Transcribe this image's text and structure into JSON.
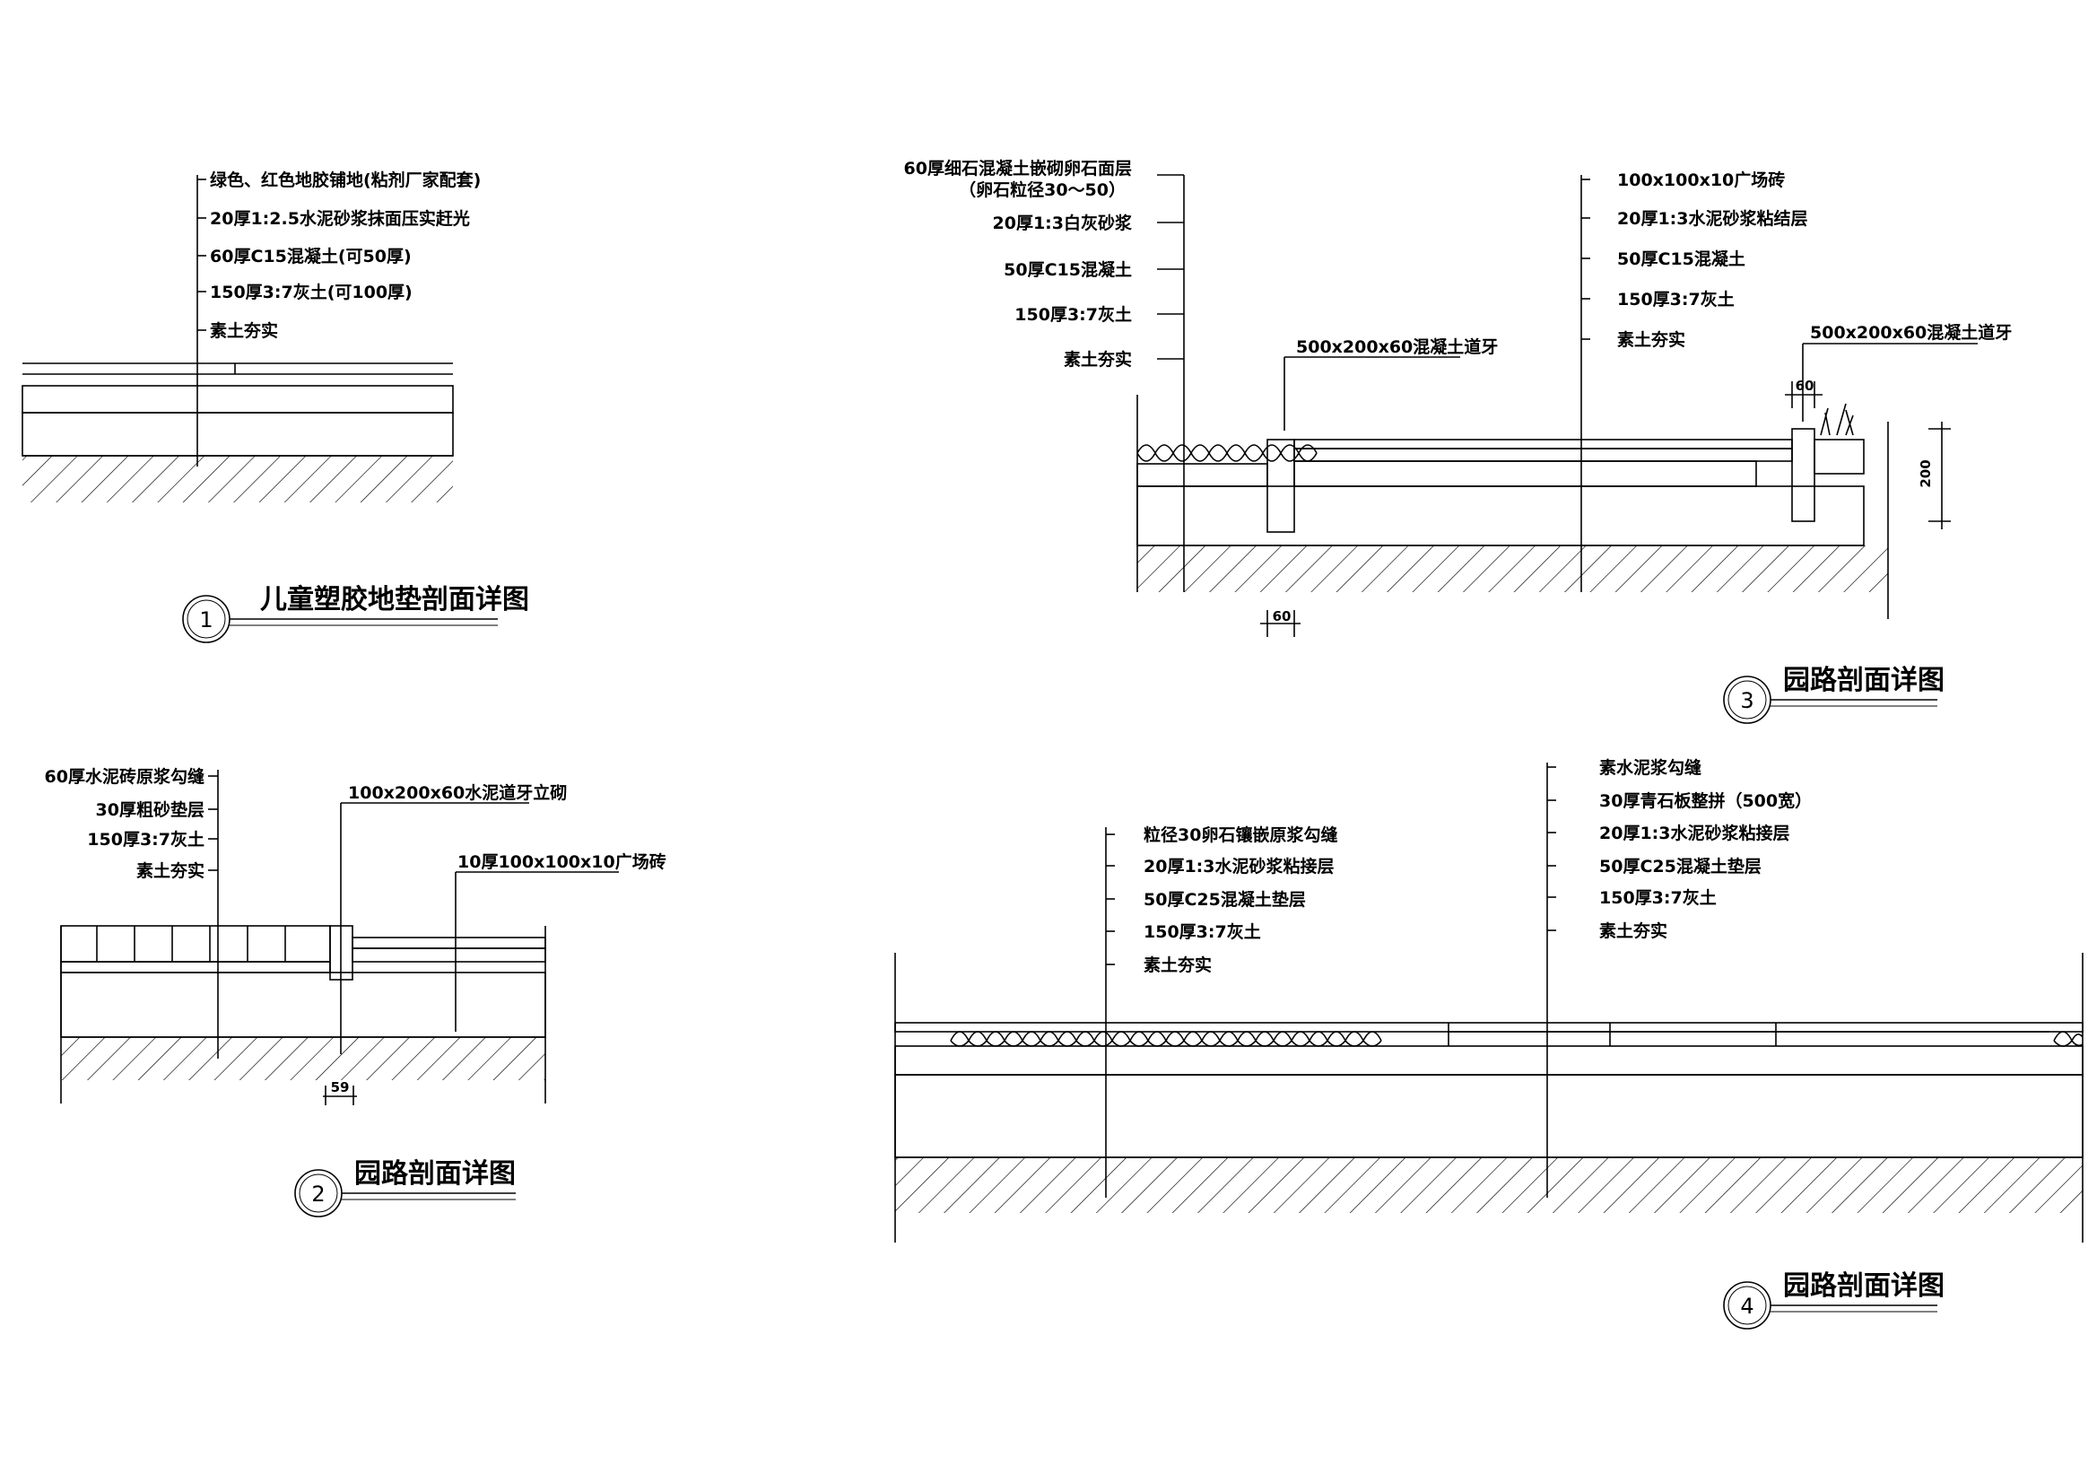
{
  "drawings": [
    {
      "number": "1",
      "title": "儿童塑胶地垫剖面详图",
      "labels": [
        "绿色、红色地胶铺地(粘剂厂家配套)",
        "20厚1:2.5水泥砂浆抹面压实赶光",
        "60厚C15混凝土(可50厚)",
        "150厚3:7灰土(可100厚)",
        "素土夯实"
      ]
    },
    {
      "number": "2",
      "title": "园路剖面详图",
      "labels_left": [
        "60厚水泥砖原浆勾缝",
        "30厚粗砂垫层",
        "150厚3:7灰土",
        "素土夯实"
      ],
      "label_curb": "100x200x60水泥道牙立砌",
      "label_right": "10厚100x100x10广场砖",
      "dimension": "59"
    },
    {
      "number": "3",
      "title": "园路剖面详图",
      "labels_left": [
        "60厚细石混凝土嵌砌卵石面层",
        "（卵石粒径30～50）",
        "20厚1:3白灰砂浆",
        "50厚C15混凝土",
        "150厚3:7灰土",
        "素土夯实"
      ],
      "label_curb_left": "500x200x60混凝土道牙",
      "labels_right": [
        "100x100x10广场砖",
        "20厚1:3水泥砂浆粘结层",
        "50厚C15混凝土",
        "150厚3:7灰土",
        "素土夯实"
      ],
      "label_curb_right": "500x200x60混凝土道牙",
      "dimension_bottom": "60",
      "dimension_top": "60",
      "dimension_height": "200"
    },
    {
      "number": "4",
      "title": "园路剖面详图",
      "labels_left": [
        "粒径30卵石镶嵌原浆勾缝",
        "20厚1:3水泥砂浆粘接层",
        "50厚C25混凝土垫层",
        "150厚3:7灰土",
        "素土夯实"
      ],
      "labels_right": [
        "素水泥浆勾缝",
        "30厚青石板整拼（500宽）",
        "20厚1:3水泥砂浆粘接层",
        "50厚C25混凝土垫层",
        "150厚3:7灰土",
        "素土夯实"
      ]
    }
  ]
}
